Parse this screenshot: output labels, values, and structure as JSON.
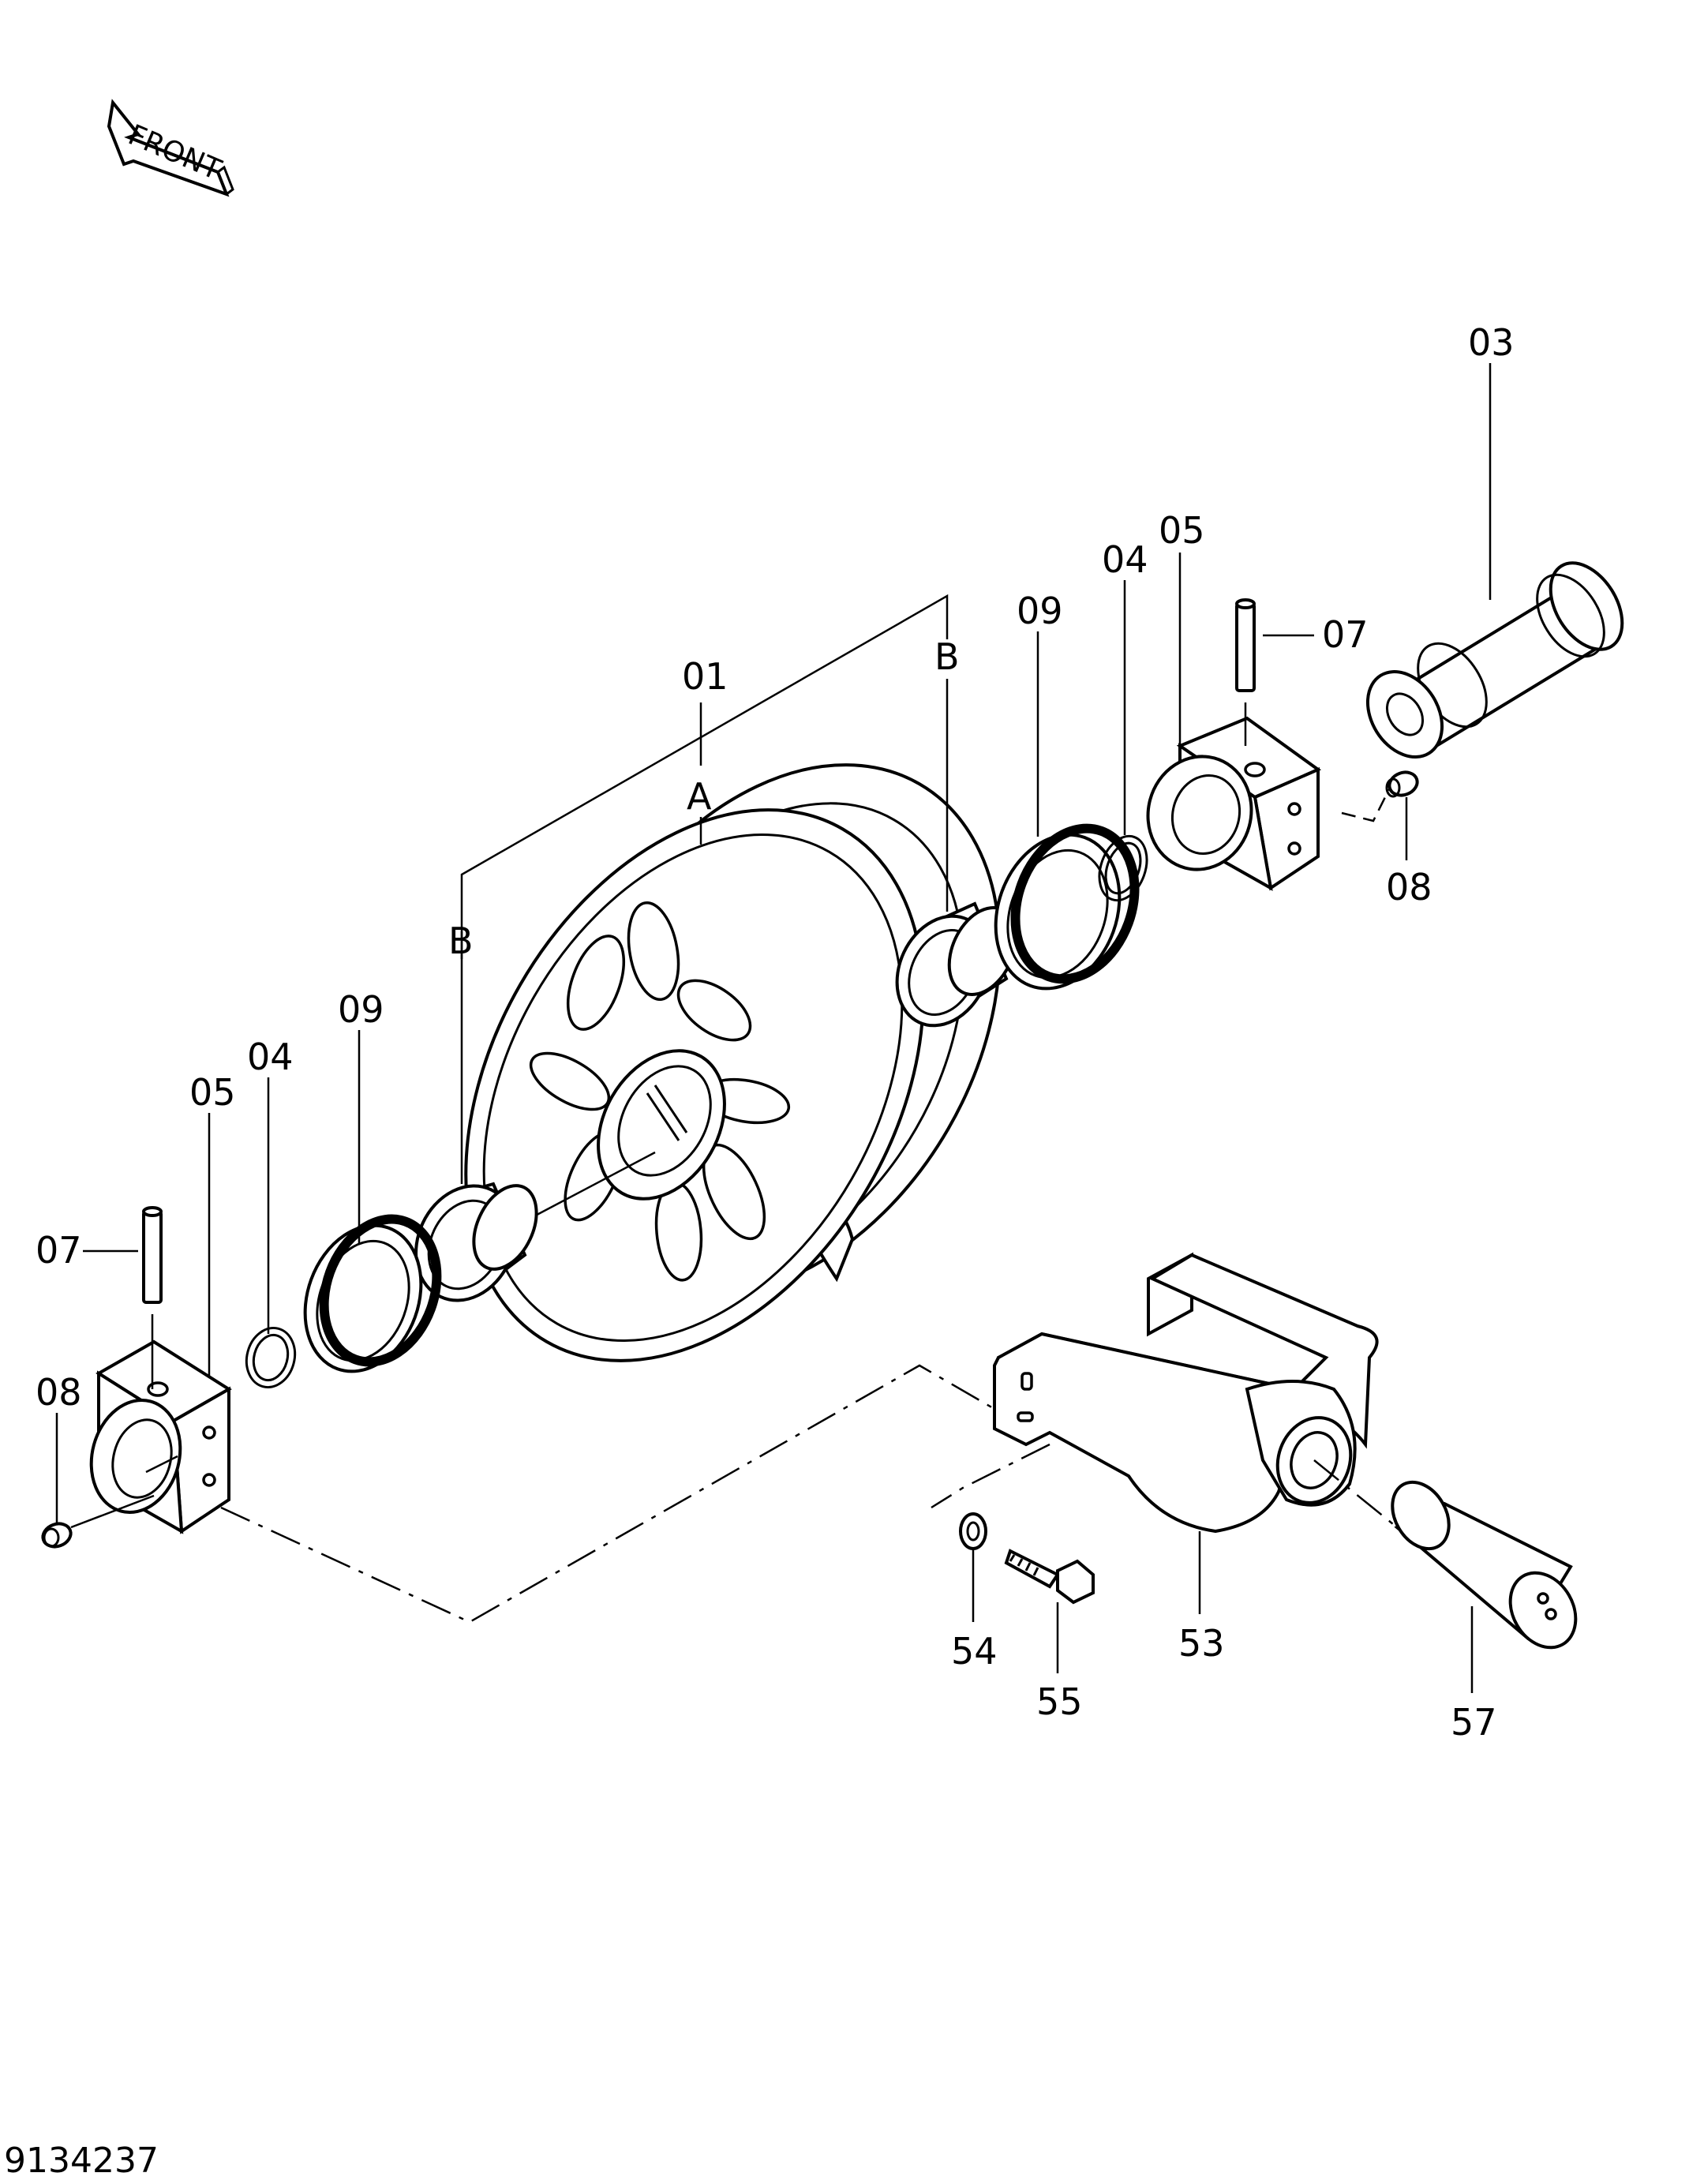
{
  "front_arrow": {
    "label": "FRONT"
  },
  "drawing_number": "9134237",
  "callouts": {
    "c01": "01",
    "cA": "A",
    "cB_right": "B",
    "cB_left": "B",
    "c03": "03",
    "c05_right": "05",
    "c04_right": "04",
    "c09_right": "09",
    "c07_right": "07",
    "c08_right": "08",
    "c09_left": "09",
    "c04_left": "04",
    "c05_left": "05",
    "c07_left": "07",
    "c08_left": "08",
    "c53": "53",
    "c54": "54",
    "c55": "55",
    "c57": "57"
  }
}
